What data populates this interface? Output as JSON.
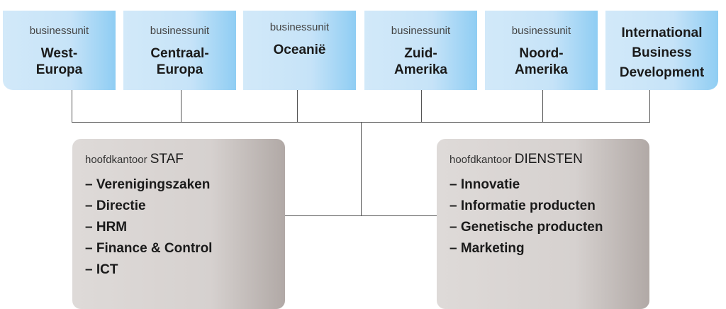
{
  "units": [
    {
      "sub": "businessunit",
      "name1": "West-",
      "name2": "Europa"
    },
    {
      "sub": "businessunit",
      "name1": "Centraal-",
      "name2": "Europa"
    },
    {
      "sub": "businessunit",
      "name1": "Oceanië",
      "name2": ""
    },
    {
      "sub": "businessunit",
      "name1": "Zuid-",
      "name2": "Amerika"
    },
    {
      "sub": "businessunit",
      "name1": "Noord-",
      "name2": "Amerika"
    },
    {
      "name1": "International",
      "name2": "Business",
      "name3": "Development"
    }
  ],
  "staf": {
    "prefix": "hoofdkantoor",
    "title": "STAF",
    "items": [
      "– Verenigingszaken",
      "– Directie",
      "– HRM",
      "– Finance & Control",
      "– ICT"
    ]
  },
  "diensten": {
    "prefix": "hoofdkantoor",
    "title": "DIENSTEN",
    "items": [
      "– Innovatie",
      "– Informatie producten",
      "– Genetische producten",
      "– Marketing"
    ]
  }
}
